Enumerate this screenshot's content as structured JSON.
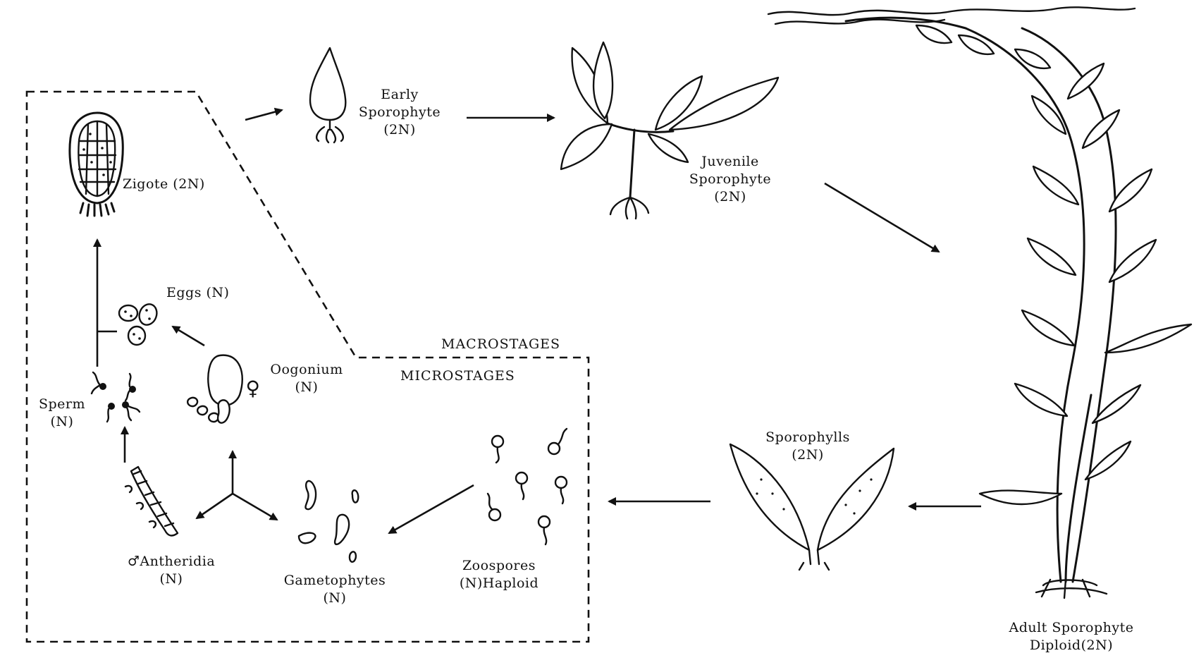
{
  "labels": {
    "early_sporophyte": [
      "Early",
      "Sporophyte",
      "(2N)"
    ],
    "juvenile_sporophyte": [
      "Juvenile",
      "Sporophyte",
      "(2N)"
    ],
    "adult_sporophyte": [
      "Adult Sporophyte",
      "Diploid(2N)"
    ],
    "sporophylls": [
      "Sporophylls",
      "(2N)"
    ],
    "zoospores": [
      "Zoospores",
      "(N)Haploid"
    ],
    "gametophytes": [
      "Gametophytes",
      "(N)"
    ],
    "antheridia": [
      "♂Antheridia",
      "(N)"
    ],
    "oogonium": [
      "Oogonium",
      "(N)"
    ],
    "sperm": [
      "Sperm",
      "(N)"
    ],
    "eggs": "Eggs (N)",
    "zigote": "Zigote (2N)",
    "female_symbol": "♀"
  },
  "stages": {
    "macro": "MACROSTAGES",
    "micro": "MICROSTAGES"
  }
}
